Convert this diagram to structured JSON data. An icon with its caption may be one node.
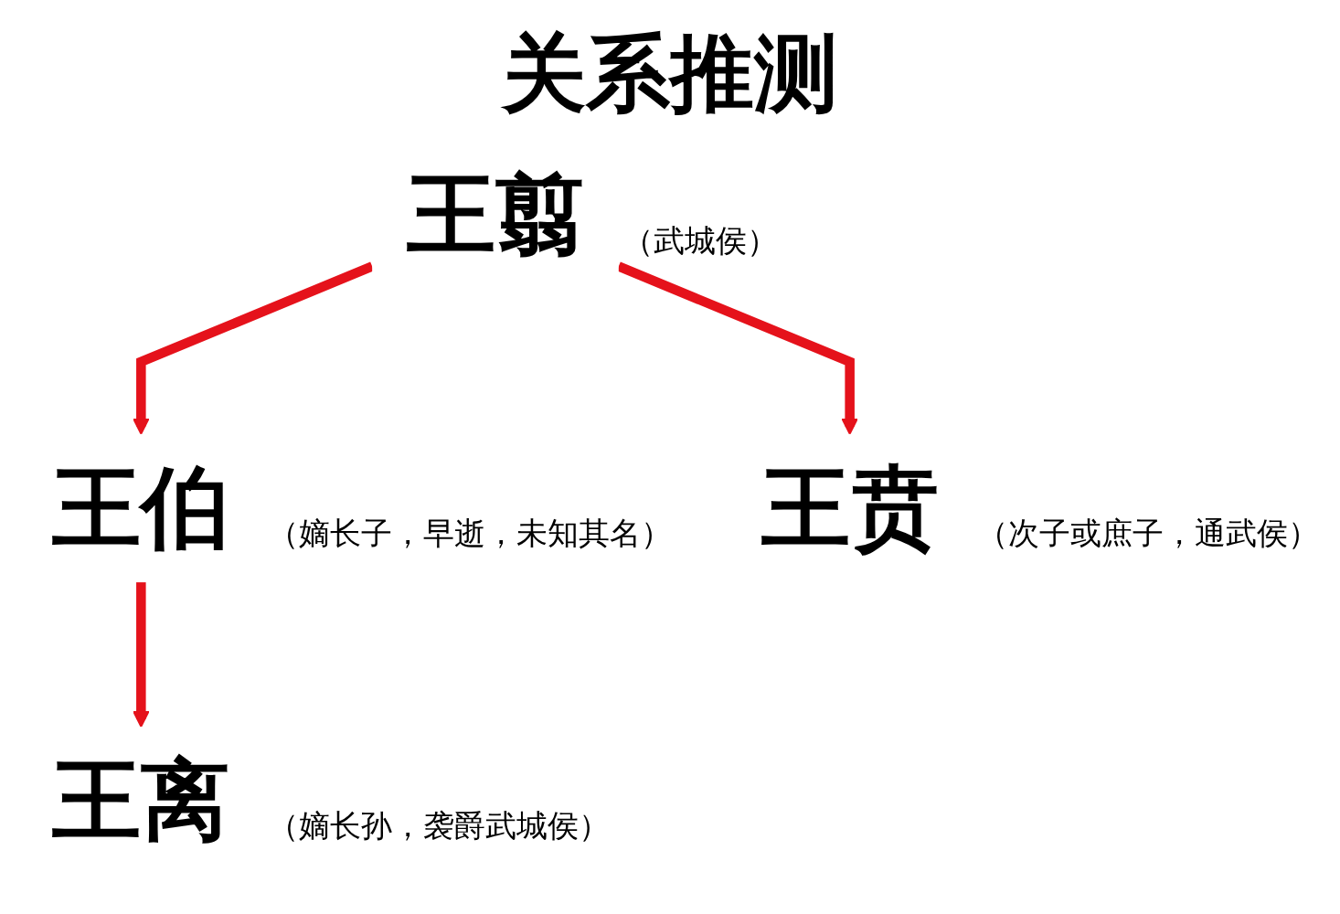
{
  "diagram": {
    "title": "关系推测",
    "nodes": [
      {
        "text": [
          "王翦"
        ],
        "beside": [
          "（武城侯）"
        ]
      },
      {
        "text": [
          "王伯"
        ],
        "beside": [
          "（嫡长子，早逝，未知其名）"
        ]
      },
      {
        "text": [
          "王贲"
        ],
        "beside": [
          "（次子或庶子，通武侯）"
        ]
      },
      {
        "text": [
          "王离"
        ],
        "beside": [
          "（嫡长孙，袭爵武城侯）"
        ]
      }
    ],
    "edges": [
      {
        "from": 0,
        "to": 1,
        "arrow": "to"
      },
      {
        "from": 0,
        "to": 2,
        "arrow": "to"
      },
      {
        "from": 1,
        "to": 3,
        "arrow": "to"
      }
    ]
  }
}
